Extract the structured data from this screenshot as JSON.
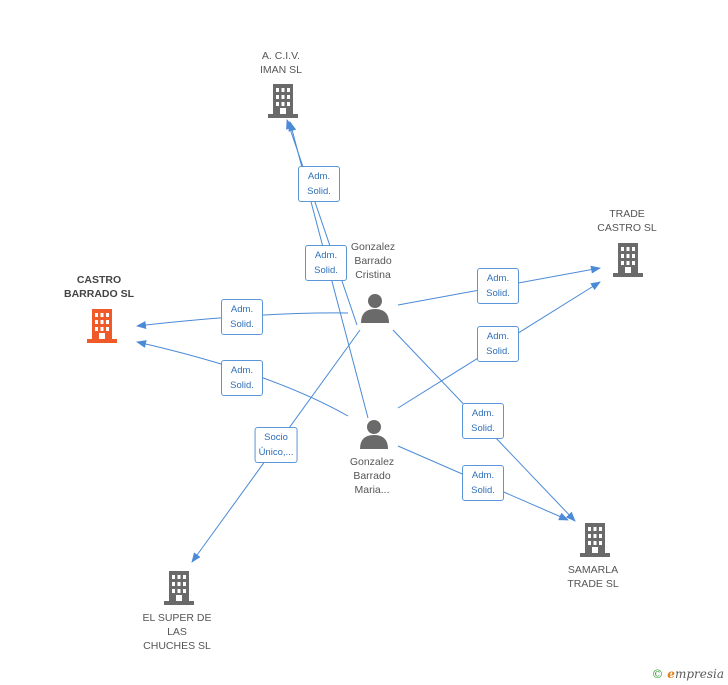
{
  "colors": {
    "edge": "#4a8ad6",
    "building": "#6a6a6a",
    "building_focus": "#f05a28",
    "person": "#6a6a6a"
  },
  "nodes": {
    "aciv": {
      "label": "A. C.I.V.\nIMAN SL",
      "icon": "building-icon"
    },
    "trade_castro": {
      "label": "TRADE\nCASTRO SL",
      "icon": "building-icon"
    },
    "castro_barrado": {
      "label": "CASTRO\nBARRADO SL",
      "icon": "building-icon"
    },
    "samarla": {
      "label": "SAMARLA\nTRADE SL",
      "icon": "building-icon"
    },
    "el_super": {
      "label": "EL SUPER DE\nLAS\nCHUCHES SL",
      "icon": "building-icon"
    },
    "cristina": {
      "label": "Gonzalez\nBarrado\nCristina",
      "icon": "person-icon"
    },
    "maria": {
      "label": "Gonzalez\nBarrado\nMaria...",
      "icon": "person-icon"
    }
  },
  "edge_labels": {
    "cristina_aciv": "Adm.\nSolid.",
    "maria_aciv": "Adm.\nSolid.",
    "cristina_trade": "Adm.\nSolid.",
    "maria_trade": "Adm.\nSolid.",
    "cristina_castro": "Adm.\nSolid.",
    "maria_castro": "Adm.\nSolid.",
    "cristina_samarla": "Adm.\nSolid.",
    "maria_samarla": "Adm.\nSolid.",
    "cristina_elsuper": "Socio\nÚnico,..."
  },
  "brand": {
    "copyright": "©",
    "initial": "e",
    "name": "mpresia"
  }
}
